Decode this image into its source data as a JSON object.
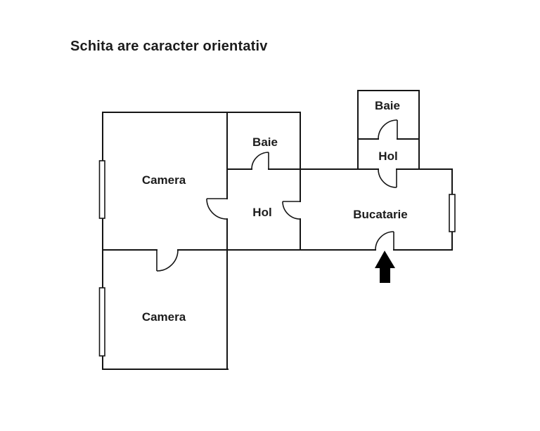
{
  "title": "Schita are caracter orientativ",
  "rooms": {
    "camera_upper": "Camera",
    "baie_left": "Baie",
    "hol_middle": "Hol",
    "baie_right": "Baie",
    "hol_right": "Hol",
    "bucatarie": "Bucatarie",
    "camera_lower": "Camera"
  },
  "icons": {
    "entrance_arrow": "up-arrow"
  },
  "colors": {
    "wall": "#151515",
    "background": "#ffffff",
    "arrow": "#000000",
    "text": "#1c1c1c"
  }
}
